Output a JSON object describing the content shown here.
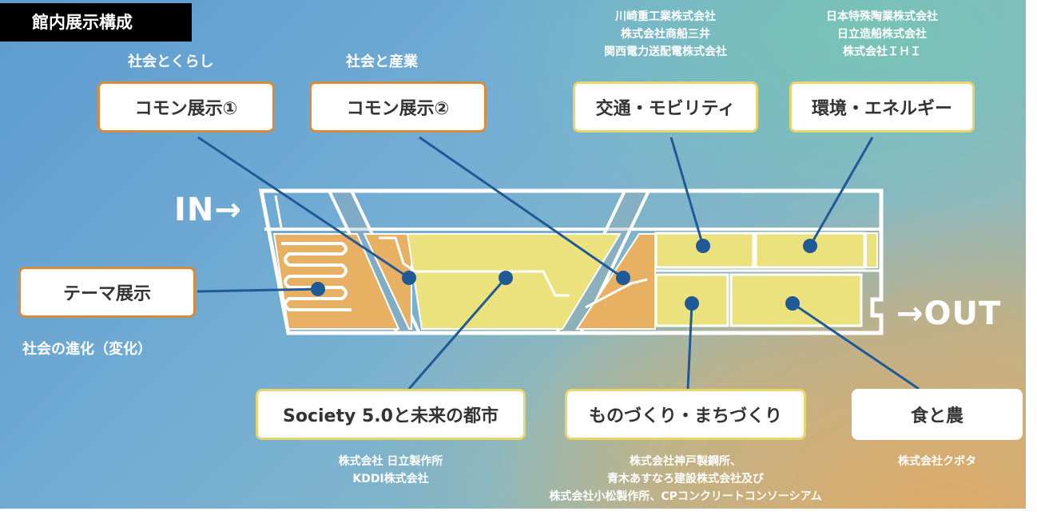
{
  "title": "館内展示構成",
  "entrance": "IN→",
  "exit": "→OUT",
  "sections": {
    "life": "社会とくらし",
    "industry": "社会と産業",
    "evolution": "社会の進化（変化）"
  },
  "exhibits": {
    "common1": "コモン展示①",
    "common2": "コモン展示②",
    "transport": "交通・モビリティ",
    "energy": "環境・エネルギー",
    "theme": "テーマ展示",
    "society": "Society 5.0と未来の都市",
    "manufacturing": "ものづくり・まちづくり",
    "food": "食と農"
  },
  "companies": {
    "transport": [
      "川崎重工業株式会社",
      "株式会社商船三井",
      "関西電力送配電株式会社"
    ],
    "energy": [
      "日本特殊陶業株式会社",
      "日立造船株式会社",
      "株式会社ＩＨＩ"
    ],
    "society": [
      "株式会社 日立製作所",
      "KDDI株式会社"
    ],
    "manufacturing": [
      "株式会社神戸製鋼所、",
      "青木あすなろ建設株式会社及び",
      "株式会社小松製作所、CPコンクリートコンソーシアム"
    ],
    "food": [
      "株式会社クボタ"
    ]
  },
  "colors": {
    "zone_orange": "#e8b062",
    "zone_yellow": "#ebe27e",
    "box_border_orange": "#d98b3a",
    "box_border_yellow": "#e9d66a",
    "connector": "#1f5a96",
    "hall_outline": "#ffffff"
  }
}
